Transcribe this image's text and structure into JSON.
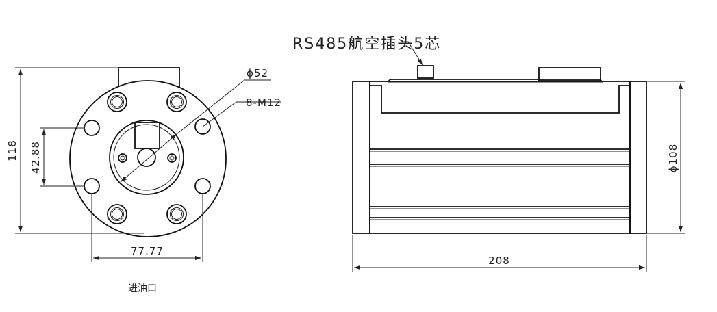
{
  "connector_label": "RS485航空插头5芯",
  "left_view": {
    "caption": "进油口",
    "dims": {
      "height": "118",
      "hole_spacing_vertical": "42.88",
      "hole_spacing_horizontal": "77.77",
      "bore_diameter": "ϕ52",
      "bolt_holes": "8-M12"
    }
  },
  "right_view": {
    "dims": {
      "length": "208",
      "diameter": "ϕ108"
    }
  }
}
